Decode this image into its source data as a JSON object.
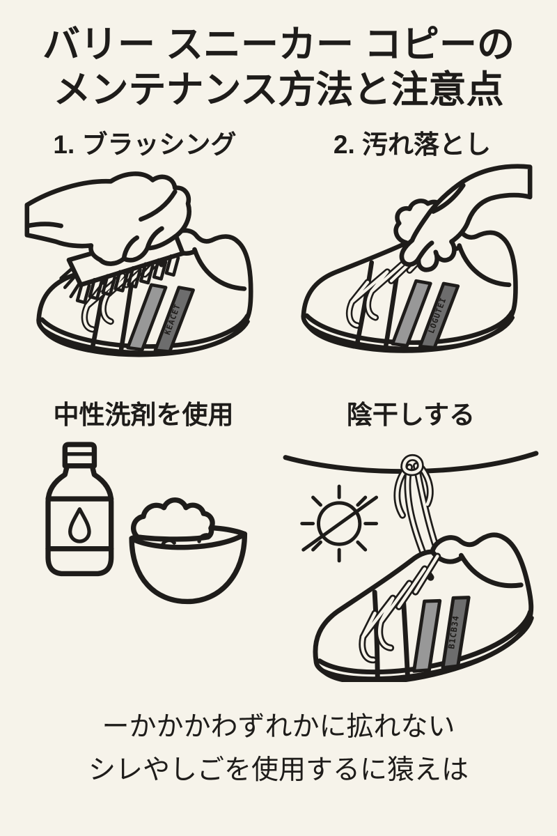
{
  "title": {
    "line1": "バリー スニーカー コピーの",
    "line2": "メンテナンス方法と注意点"
  },
  "sections": [
    {
      "heading": "1. ブラッシング",
      "illustration": "hand-brushing-sneaker",
      "stripe_text": "KEACET"
    },
    {
      "heading": "2. 汚れ落とし",
      "illustration": "hand-wiping-sneaker-with-cloth",
      "stripe_text": "LOGUTEI"
    },
    {
      "heading": "中性洗剤を使用",
      "illustration": "detergent-bottle-and-foam-bowl",
      "stripe_text": ""
    },
    {
      "heading": "陰干しする",
      "illustration": "sneaker-hanging-on-clothesline-no-direct-sun",
      "stripe_text": "B1CB34"
    }
  ],
  "footer": {
    "line1": "ーかかかわずれかに拡れない",
    "line2": "シレやしごを使用するに猿えは"
  },
  "colors": {
    "background": "#f6f3ea",
    "outline": "#1e1c1a",
    "stripe_dark": "#6d6d6d",
    "stripe_light": "#989898"
  }
}
